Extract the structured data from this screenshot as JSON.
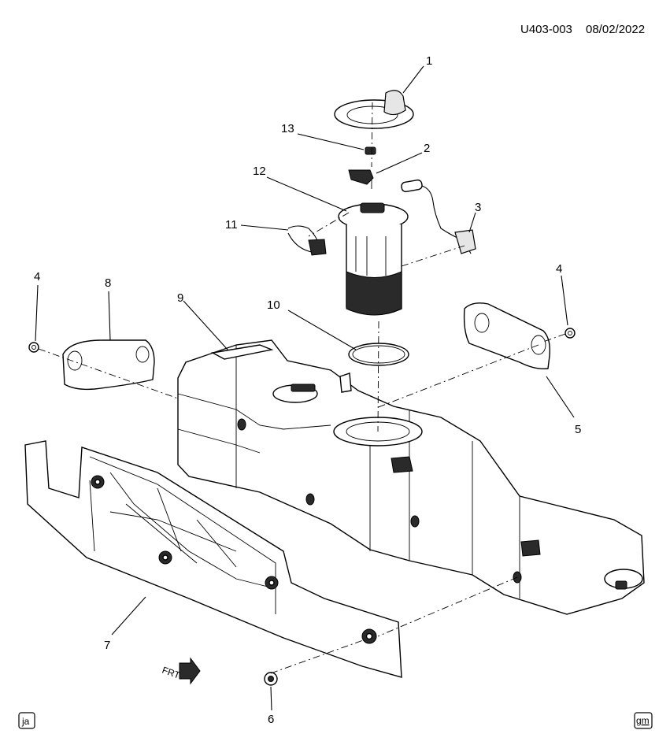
{
  "header": {
    "diagram_id": "U403-003",
    "date": "08/02/2022"
  },
  "callouts": [
    "1",
    "2",
    "3",
    "4",
    "5",
    "6",
    "7",
    "8",
    "9",
    "10",
    "11",
    "12",
    "13",
    "4"
  ],
  "front_arrow": {
    "label": "FRT"
  },
  "corner_left": {
    "label": "ja"
  },
  "corner_right": {
    "label": "gm"
  }
}
